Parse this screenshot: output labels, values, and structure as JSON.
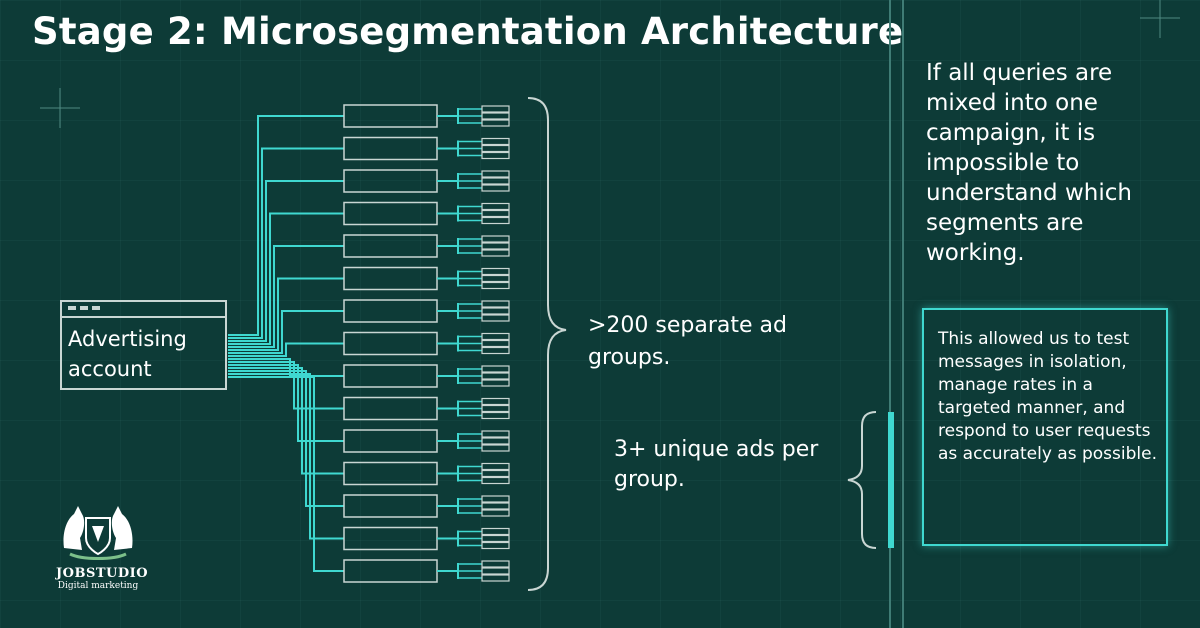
{
  "title": "Stage 2: Microsegmentation Architecture",
  "account": {
    "label": "Advertising account"
  },
  "groups_label": ">200 separate ad groups.",
  "ads_label": "3+ unique ads per group.",
  "right_text": "If all queries are mixed into one campaign, it is impossible to understand which segments are working.",
  "callout_text": "This allowed us to test messages in isolation, manage rates in a targeted manner, and respond to user requests as accurately as possible.",
  "logo": {
    "name": "JOBSTUDIO",
    "subtitle": "Digital marketing"
  },
  "colors": {
    "background": "#0d3b37",
    "line": "#3fd8d0",
    "box": "#c9d6d3",
    "text": "#ffffff"
  }
}
